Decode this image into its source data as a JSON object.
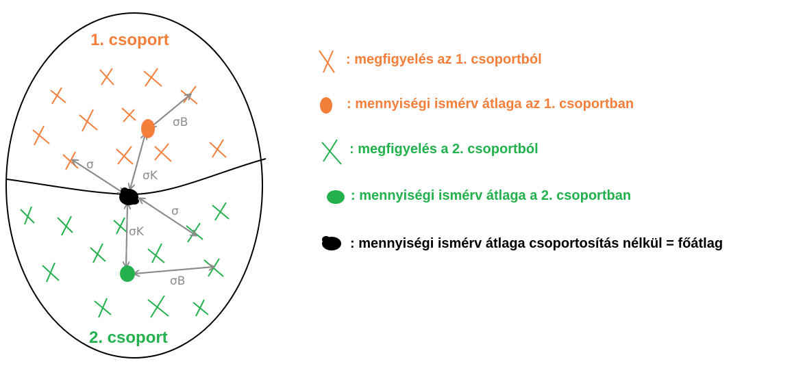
{
  "colors": {
    "group1": "#f47f3a",
    "group2": "#22b14c",
    "grand": "#000000",
    "arrows": "#8c8c8c",
    "outline": "#000000"
  },
  "diagram": {
    "group1_label": "1. csoport",
    "group2_label": "2. csoport",
    "sigma_b_upper": "σB",
    "sigma_b_lower": "σB",
    "sigma_k_upper": "σK",
    "sigma_k_lower": "σK",
    "sigma_left": "σ",
    "sigma_right": "σ"
  },
  "legend": {
    "items": [
      {
        "icon": "orange-x-icon",
        "text": ": megfigyelés az 1. csoportból"
      },
      {
        "icon": "orange-dot-icon",
        "text": ": mennyiségi ismérv átlaga az 1. csoportban"
      },
      {
        "icon": "green-x-icon",
        "text": ": megfigyelés a 2. csoportból"
      },
      {
        "icon": "green-dot-icon",
        "text": ": mennyiségi ismérv átlaga a 2. csoportban"
      },
      {
        "icon": "black-blob-icon",
        "text": ": mennyiségi ismérv átlaga csoportosítás nélkül = főátlag"
      }
    ]
  }
}
